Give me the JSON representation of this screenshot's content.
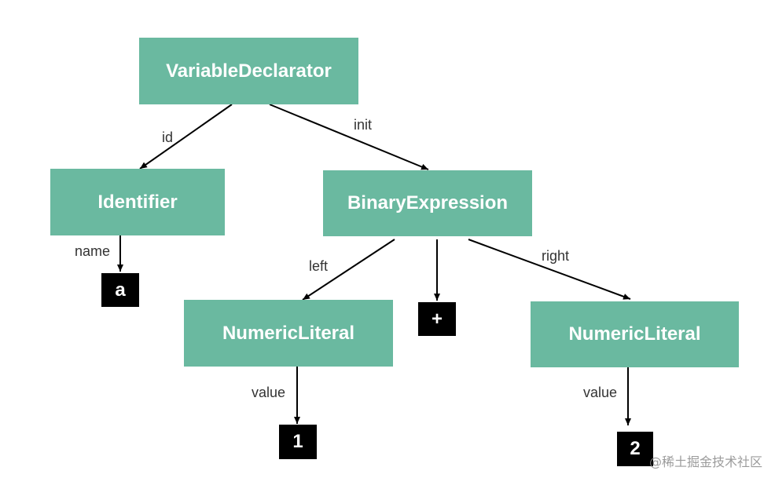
{
  "colors": {
    "node_fill": "#6ab9a0",
    "node_text": "#ffffff",
    "leaf_fill": "#000000",
    "leaf_text": "#ffffff",
    "edge": "#000000",
    "edge_label": "#333333"
  },
  "nodes": {
    "variable_declarator": "VariableDeclarator",
    "identifier": "Identifier",
    "binary_expression": "BinaryExpression",
    "numeric_literal_left": "NumericLiteral",
    "numeric_literal_right": "NumericLiteral"
  },
  "leaves": {
    "name_value": "a",
    "operator": "+",
    "left_value": "1",
    "right_value": "2"
  },
  "edge_labels": {
    "id": "id",
    "init": "init",
    "name": "name",
    "left": "left",
    "right": "right",
    "value_left": "value",
    "value_right": "value"
  },
  "watermark": "@稀土掘金技术社区"
}
